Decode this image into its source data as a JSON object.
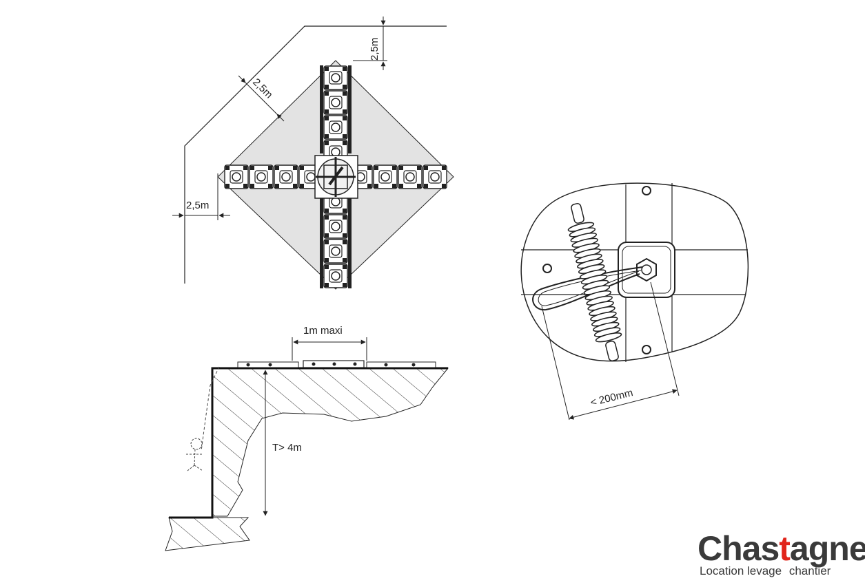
{
  "labels": {
    "gap_top": "2,5m",
    "gap_diagonal": "2,5m",
    "gap_left": "2,5m",
    "max_span": "1m maxi",
    "drop_height": "T> 4m",
    "spring_spacing": "< 200mm"
  },
  "brand": {
    "name_part1": "Chas",
    "name_accent": "t",
    "name_part2": "agner",
    "tagline_left": "Location levage",
    "tagline_right": "chantier"
  },
  "colors": {
    "line": "#222222",
    "zone_fill": "#e3e3e3",
    "mat_fill": "#ffffff",
    "brand_red": "#e1251b",
    "brand_grey": "#3a3a3a"
  }
}
